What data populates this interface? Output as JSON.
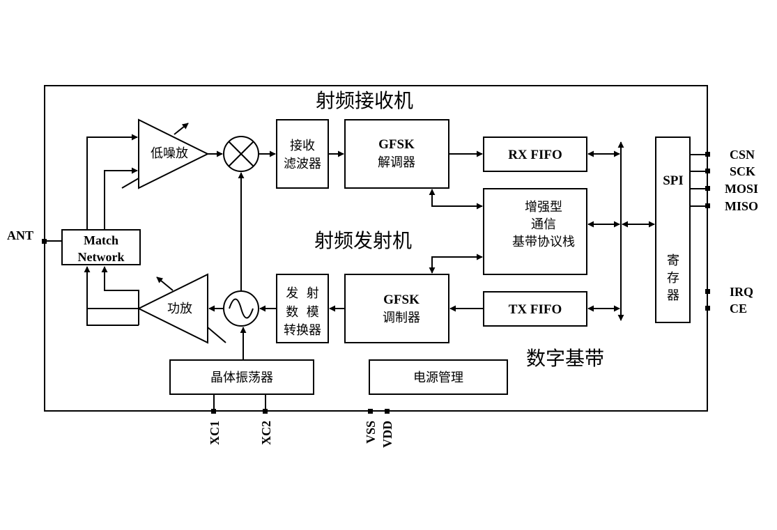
{
  "sections": {
    "rx_title": "射频接收机",
    "tx_title": "射频发射机",
    "digital_title": "数字基带"
  },
  "blocks": {
    "lna": "低噪放",
    "rx_filter_1": "接收",
    "rx_filter_2": "滤波器",
    "gfsk_demod_1": "GFSK",
    "gfsk_demod_2": "解调器",
    "rx_fifo": "RX FIFO",
    "protocol_1": "增强型",
    "protocol_2": "通信",
    "protocol_3": "基带协议栈",
    "spi_1": "SPI",
    "spi_2": "寄",
    "spi_3": "存",
    "spi_4": "器",
    "match_1": "Match",
    "match_2": "Network",
    "pa": "功放",
    "dac_1": "发  射",
    "dac_2": "数  模",
    "dac_3": "转换器",
    "gfsk_mod_1": "GFSK",
    "gfsk_mod_2": "调制器",
    "tx_fifo": "TX FIFO",
    "crystal": "晶体振荡器",
    "power": "电源管理"
  },
  "pins": {
    "ant": "ANT",
    "csn": "CSN",
    "sck": "SCK",
    "mosi": "MOSI",
    "miso": "MISO",
    "irq": "IRQ",
    "ce": "CE",
    "xc1": "XC1",
    "xc2": "XC2",
    "vss": "VSS",
    "vdd": "VDD"
  }
}
